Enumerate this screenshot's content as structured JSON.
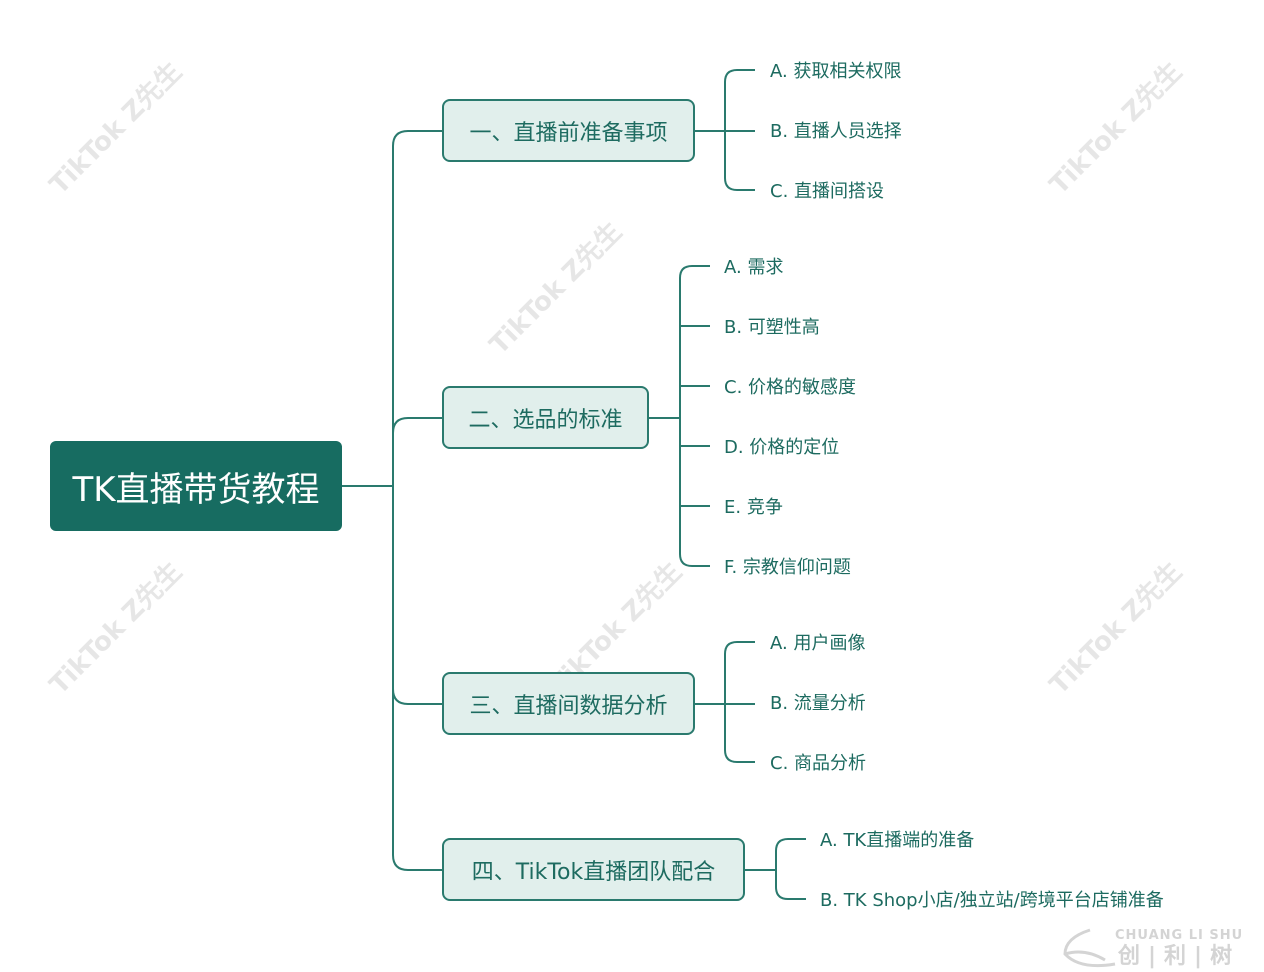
{
  "watermark": "TikTok Z先生",
  "root": {
    "label": "TK直播带货教程"
  },
  "branches": [
    {
      "label": "一、直播前准备事项",
      "children": [
        "A. 获取相关权限",
        "B. 直播人员选择",
        "C. 直播间搭设"
      ]
    },
    {
      "label": "二、选品的标准",
      "children": [
        "A. 需求",
        "B. 可塑性高",
        "C. 价格的敏感度",
        "D. 价格的定位",
        "E. 竞争",
        "F. 宗教信仰问题"
      ]
    },
    {
      "label": "三、直播间数据分析",
      "children": [
        "A. 用户画像",
        "B. 流量分析",
        "C. 商品分析"
      ]
    },
    {
      "label": "四、TikTok直播团队配合",
      "children": [
        "A. TK直播端的准备",
        "B. TK Shop小店/独立站/跨境平台店铺准备"
      ]
    }
  ],
  "logo": {
    "en": "CHUANG LI SHU",
    "cn": "创|利|树"
  },
  "colors": {
    "root": "#176c61",
    "branch_fill": "#e1efec",
    "line": "#2a7a6e"
  }
}
